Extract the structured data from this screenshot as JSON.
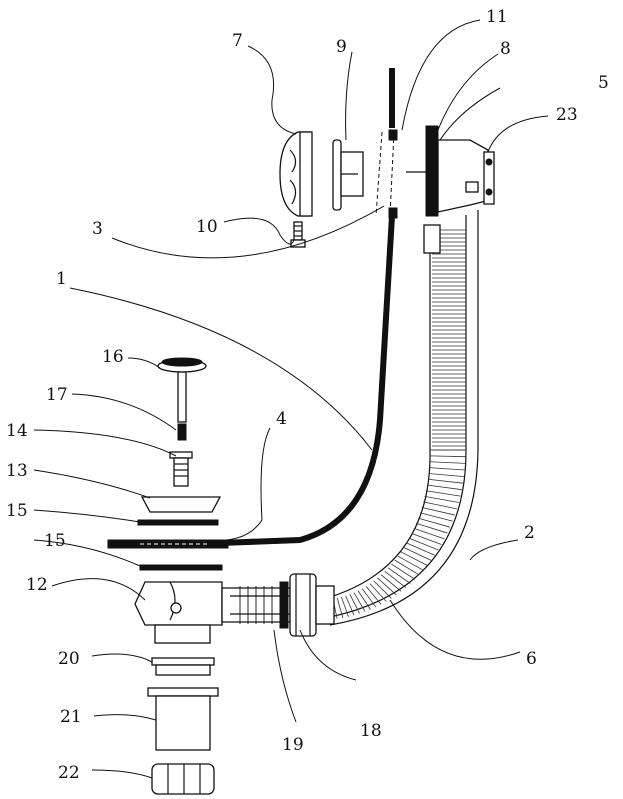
{
  "labels": [
    "1",
    "2",
    "3",
    "4",
    "5",
    "6",
    "7",
    "8",
    "9",
    "10",
    "11",
    "12",
    "13",
    "14",
    "15",
    "15",
    "16",
    "17",
    "18",
    "19",
    "20",
    "21",
    "22",
    "23"
  ]
}
